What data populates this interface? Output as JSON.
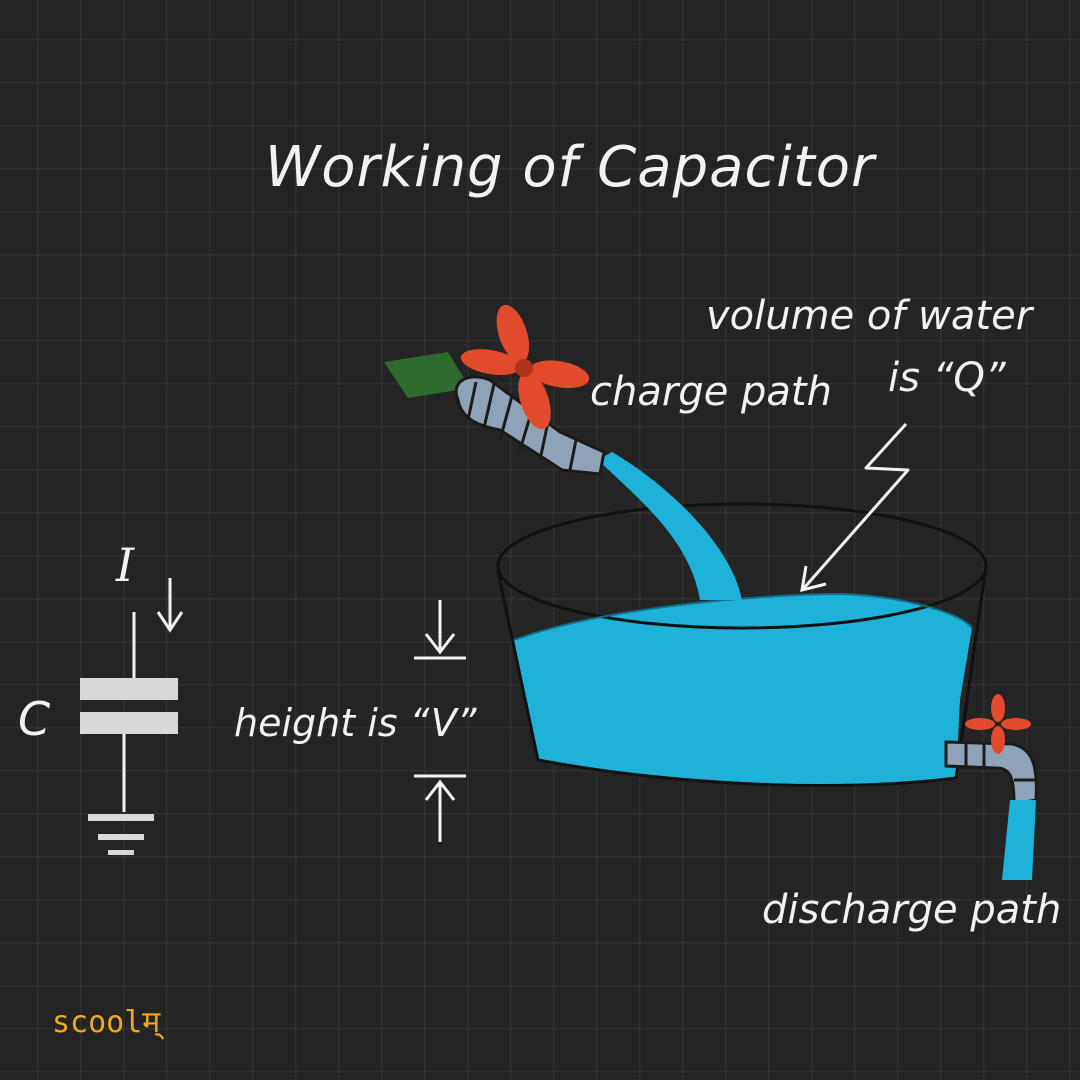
{
  "title": "Working of Capacitor",
  "labels": {
    "charge_path": "charge path",
    "volume_line1": "volume of water",
    "volume_line2": "is “Q”",
    "height": "height is “V”",
    "discharge_path": "discharge path",
    "capacitor_symbol": "C",
    "current_symbol": "I"
  },
  "logo": "scoolम्",
  "colors": {
    "background": "#242424",
    "text": "#f2f2f2",
    "water": "#1fb2d8",
    "valve": "#e14a2b",
    "pipe": "#8fa3b8",
    "hose": "#2f6b2f",
    "logo": "#f0a81c"
  }
}
